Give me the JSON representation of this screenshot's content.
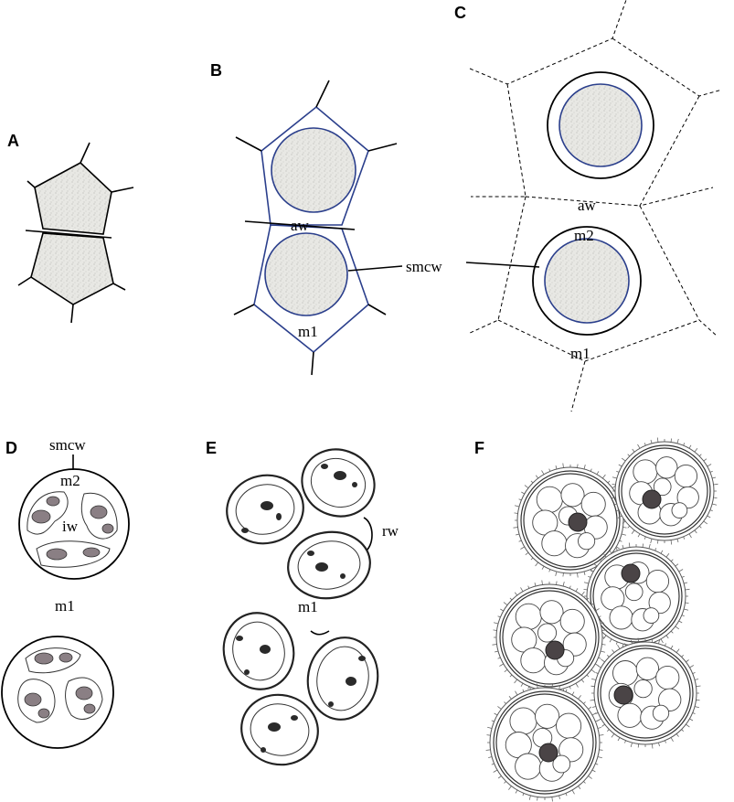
{
  "panels": {
    "A": {
      "letter": "A"
    },
    "B": {
      "letter": "B",
      "labels": {
        "aw": "aw",
        "m1": "m1",
        "smcw": "smcw"
      }
    },
    "C": {
      "letter": "C",
      "labels": {
        "aw": "aw",
        "m2": "m2",
        "m1": "m1"
      }
    },
    "D": {
      "letter": "D",
      "labels": {
        "smcw": "smcw",
        "m2": "m2",
        "iw": "iw",
        "m1": "m1"
      }
    },
    "E": {
      "letter": "E",
      "labels": {
        "rw": "rw",
        "m1": "m1"
      }
    },
    "F": {
      "letter": "F"
    }
  },
  "colors": {
    "outline": "#000000",
    "membrane_blue": "#2b3f8c",
    "cytoplasm_stipple": "#e8e8e4",
    "organelle_gray": "#8a7f84",
    "nucleus_dark": "#2a2a2a"
  }
}
